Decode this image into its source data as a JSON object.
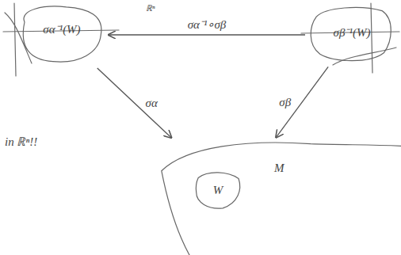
{
  "diagram": {
    "nodes": [
      {
        "text": [
          "σα⁻¹(W)"
        ]
      },
      {
        "text": [
          "σβ⁻¹(W)"
        ]
      },
      {
        "text": [
          "M"
        ]
      },
      {
        "text": [
          "W"
        ],
        "in": 2
      }
    ],
    "edges": [
      {
        "from": 1,
        "to": 0,
        "label": "σα⁻¹∘σβ",
        "arrow": "to"
      },
      {
        "from": 0,
        "to": 2,
        "label": "σα",
        "arrow": "to"
      },
      {
        "from": 1,
        "to": 2,
        "label": "σβ",
        "arrow": "to"
      }
    ],
    "labels": [
      "in ℝⁿ!!",
      "ℝⁿ"
    ]
  }
}
